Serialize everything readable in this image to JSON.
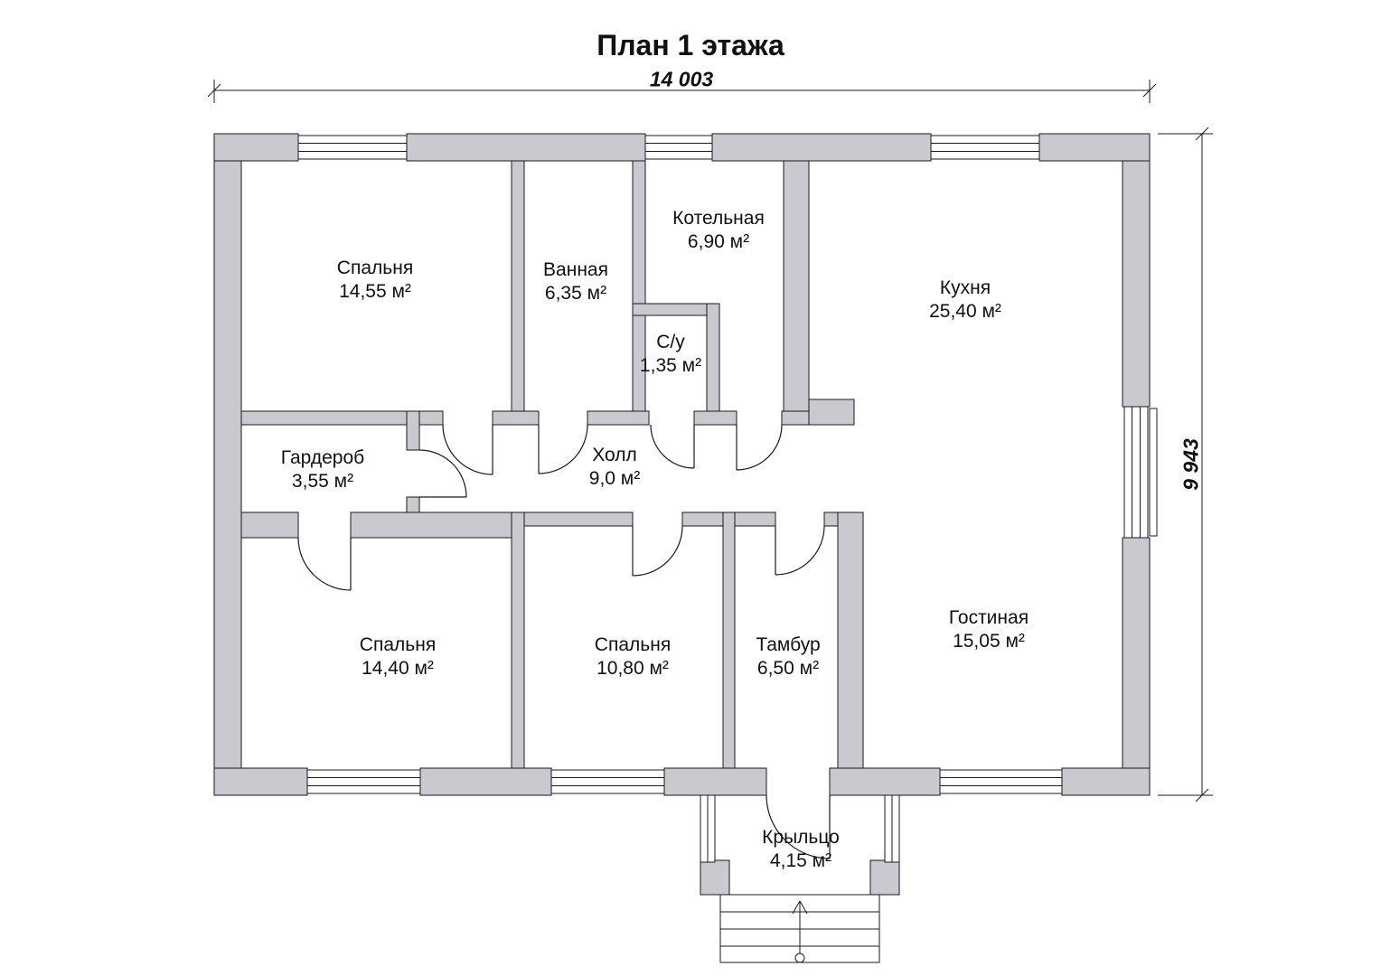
{
  "title": "План 1 этажа",
  "dimensions": {
    "width_label": "14 003",
    "height_label": "9 943"
  },
  "rooms": [
    {
      "name": "Спальня",
      "area": "14,55 м²"
    },
    {
      "name": "Ванная",
      "area": "6,35 м²"
    },
    {
      "name": "Котельная",
      "area": "6,90 м²"
    },
    {
      "name": "С/у",
      "area": "1,35 м²"
    },
    {
      "name": "Кухня",
      "area": "25,40 м²"
    },
    {
      "name": "Гардероб",
      "area": "3,55 м²"
    },
    {
      "name": "Холл",
      "area": "9,0 м²"
    },
    {
      "name": "Спальня",
      "area": "14,40 м²"
    },
    {
      "name": "Спальня",
      "area": "10,80 м²"
    },
    {
      "name": "Тамбур",
      "area": "6,50 м²"
    },
    {
      "name": "Гостиная",
      "area": "15,05 м²"
    },
    {
      "name": "Крыльцо",
      "area": "4,15 м²"
    }
  ],
  "colors": {
    "wall_fill": "#c9c9cf",
    "line": "#1b1b1b",
    "background": "#ffffff"
  }
}
